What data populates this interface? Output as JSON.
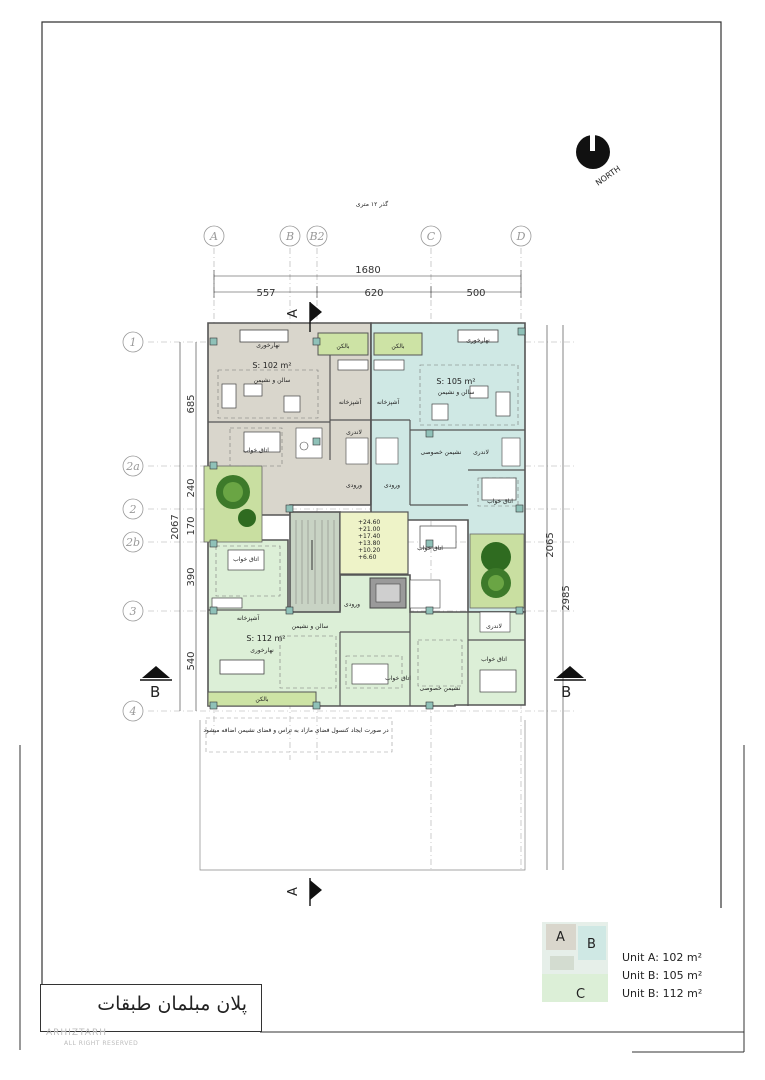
{
  "title": "پلان مبلمان طبقات",
  "watermark": {
    "brand": "ARHIZTARH",
    "rights": "ALL RIGHT RESERVED"
  },
  "north_label": "NORTH",
  "street_label": "گذر ۱۲ متری",
  "grid_columns": [
    "A",
    "B",
    "B2",
    "C",
    "D"
  ],
  "grid_rows": [
    "1",
    "2a",
    "2",
    "2b",
    "3",
    "4"
  ],
  "dims_top": {
    "total": "1680",
    "parts": [
      "557",
      "620",
      "500"
    ]
  },
  "dims_left": {
    "total": "2067",
    "parts": [
      "685",
      "240",
      "170",
      "390",
      "540"
    ]
  },
  "dims_right": {
    "a": "2065",
    "b": "2985"
  },
  "section_labels": {
    "a_top": "A",
    "a_bottom": "A",
    "b_left": "B",
    "b_right": "B"
  },
  "units": {
    "a_area": "S: 102 m²",
    "b_area": "S: 105 m²",
    "c_area": "S: 112 m²"
  },
  "rooms": {
    "dining": "نهارخوری",
    "living": "سالن و نشیمن",
    "kitchen": "آشپزخانه",
    "balcony": "بالکن",
    "bedroom": "اتاق خواب",
    "laundry": "لاندری",
    "entrance": "ورودی",
    "private_living": "نشیمن خصوصی"
  },
  "elevator_levels": [
    "+24.60",
    "+21.00",
    "+17.40",
    "+13.80",
    "+10.20",
    "+6.60"
  ],
  "note": "در صورت ایجاد کنسول فضای مازاد به تراس و فضای نشیمن اضافه میشود",
  "legend": {
    "key_a": "A",
    "key_b": "B",
    "key_c": "C",
    "lines": [
      "Unit A: 102 m²",
      "Unit B: 105 m²",
      "Unit B: 112 m²"
    ]
  },
  "colors": {
    "unit_a": "#d9d6cc",
    "unit_b": "#cfe8e4",
    "unit_c": "#dcefd7",
    "core": "#c8d3c4",
    "elevator_lobby": "#eef3c8",
    "garden": "#c9dfa1",
    "balcony": "#cde3a5"
  }
}
